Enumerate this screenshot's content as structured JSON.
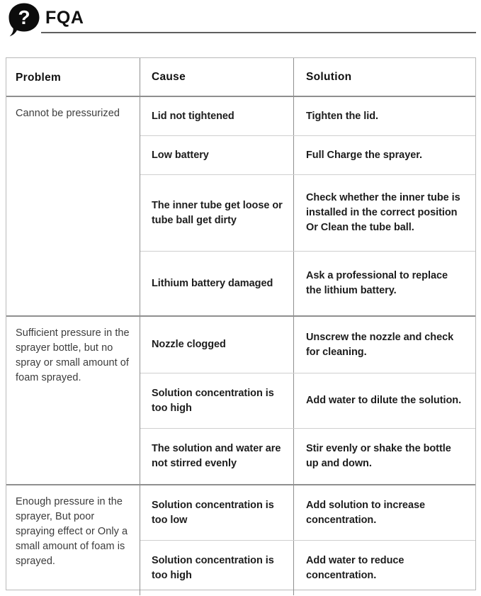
{
  "header": {
    "icon": "question-speech-bubble-icon",
    "title": "FQA"
  },
  "table": {
    "columns": [
      "Problem",
      "Cause",
      "Solution"
    ],
    "groups": [
      {
        "problem": "Cannot be pressurized",
        "rows": [
          {
            "cause": "Lid not tightened",
            "solution": "Tighten the lid."
          },
          {
            "cause": "Low battery",
            "solution": "Full Charge the sprayer."
          },
          {
            "cause": "The inner tube get loose or tube ball get dirty",
            "solution": "Check whether the inner tube is installed in the correct position Or Clean the tube ball."
          },
          {
            "cause": "Lithium battery damaged",
            "solution": "Ask a professional to replace the lithium battery."
          }
        ]
      },
      {
        "problem": "Sufficient pressure in the sprayer bottle, but no spray or small amount of foam sprayed.",
        "rows": [
          {
            "cause": "Nozzle clogged",
            "solution": "Unscrew the nozzle and check for cleaning."
          },
          {
            "cause": "Solution concentration is too high",
            "solution": "Add water to dilute the solution."
          },
          {
            "cause": "The solution and water are not stirred evenly",
            "solution": "Stir evenly or shake the bottle up and down."
          }
        ]
      },
      {
        "problem": "Enough pressure in the sprayer, But poor spraying effect or Only a small amount of foam is sprayed.",
        "rows": [
          {
            "cause": "Solution concentration is too low",
            "solution": "Add solution to increase concentration."
          },
          {
            "cause": "Solution concentration is too high",
            "solution": "Add water to reduce concentration."
          }
        ]
      }
    ]
  },
  "colors": {
    "ink": "#101010",
    "rule": "#8f8f8f",
    "hairline": "#cfcfcf",
    "problem_text": "#3c3c3c"
  }
}
